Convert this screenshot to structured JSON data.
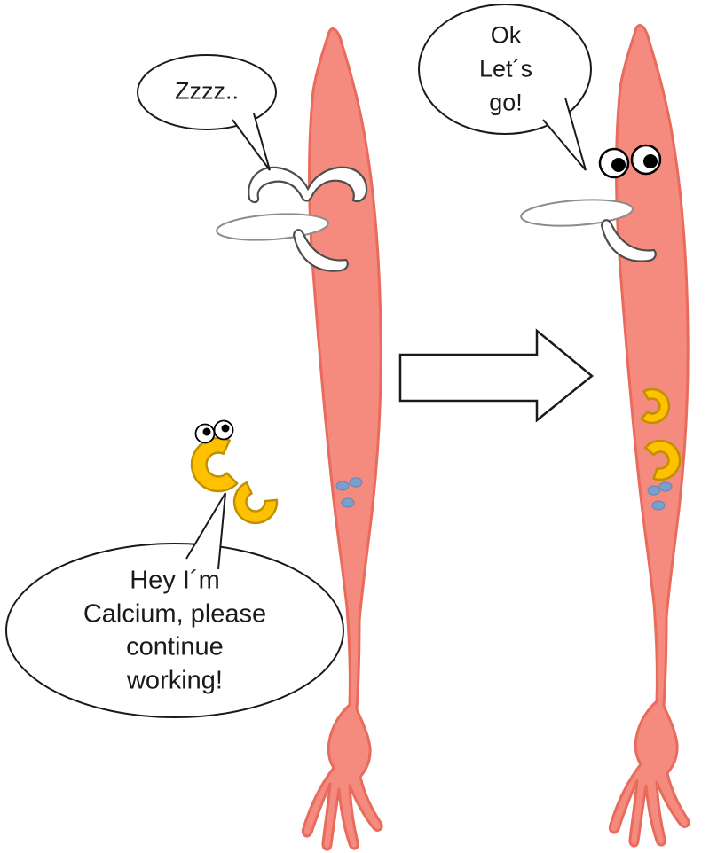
{
  "bubbles": {
    "sleep": {
      "text": "Zzzz.."
    },
    "awake": {
      "text": "Ok\nLet´s\ngo!"
    },
    "calcium": {
      "text": "Hey I´m\nCalcium, please\ncontinue\nworking!"
    }
  },
  "colors": {
    "background": "#FFFFFF",
    "cell_fill": "#F58B7E",
    "cell_stroke": "#E96B5C",
    "calcium_fill": "#FFC000",
    "calcium_stroke": "#BF9000",
    "dot_fill": "#7B9FCB",
    "dot_stroke": "#6186B8",
    "bubble_fill": "#FFFFFF",
    "bubble_stroke": "#1A1A1A",
    "arrow_fill": "#FFFFFF",
    "arrow_stroke": "#1A1A1A",
    "face_fill": "#FFFFFF",
    "face_stroke": "#4D4D4D",
    "nose_stroke": "#8C8C8C",
    "eye_fill": "#FFFFFF",
    "eye_stroke": "#000000",
    "pupil_fill": "#000000",
    "text_color": "#1A1A1A"
  }
}
